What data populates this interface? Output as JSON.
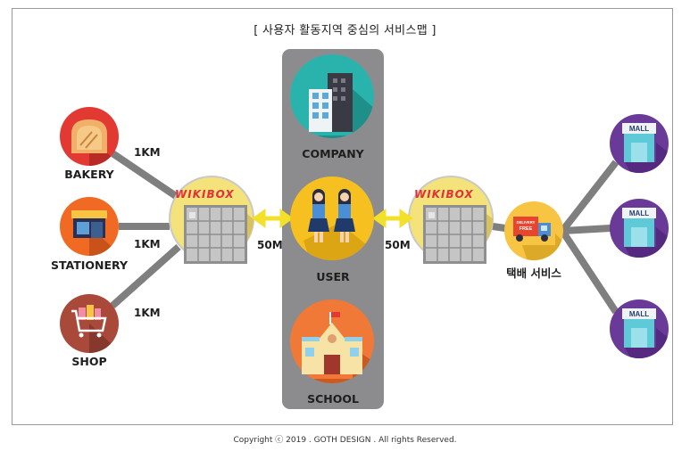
{
  "title": "[ 사용자 활동지역 중심의 서비스맵 ]",
  "footer": "Copyright ⓒ 2019 . GOTH DESIGN  . All rights Reserved.",
  "left_nodes": {
    "bakery": "BAKERY",
    "stationery": "STATIONERY",
    "shop": "SHOP"
  },
  "left_distances": [
    "1KM",
    "1KM",
    "1KM"
  ],
  "center": {
    "company": "COMPANY",
    "user": "USER",
    "school": "SCHOOL"
  },
  "hub_distances": {
    "left": "50M",
    "right": "50M"
  },
  "brand": "WIKIBOX",
  "delivery": {
    "label": "택배 서비스",
    "truck_text_1": "DELIVERY",
    "truck_text_2": "FREE"
  },
  "mall_label": "MALL",
  "icons": [
    "bread-icon",
    "stationery-store-icon",
    "shopping-cart-icon",
    "wikibox-locker-icon",
    "office-building-icon",
    "users-icon",
    "school-icon",
    "delivery-truck-icon",
    "mall-icon"
  ],
  "colors": {
    "bakery": "#e23a32",
    "stationery": "#f06a24",
    "shop": "#a8493a",
    "hub": "#f4e27a",
    "company": "#2ab3ad",
    "user": "#f5c020",
    "school": "#f07938",
    "delivery": "#f7c543",
    "mall": "#6a3a98",
    "arrow": "#f2e02a",
    "panel": "#8c8c8e",
    "connector": "#7f7f7f"
  }
}
